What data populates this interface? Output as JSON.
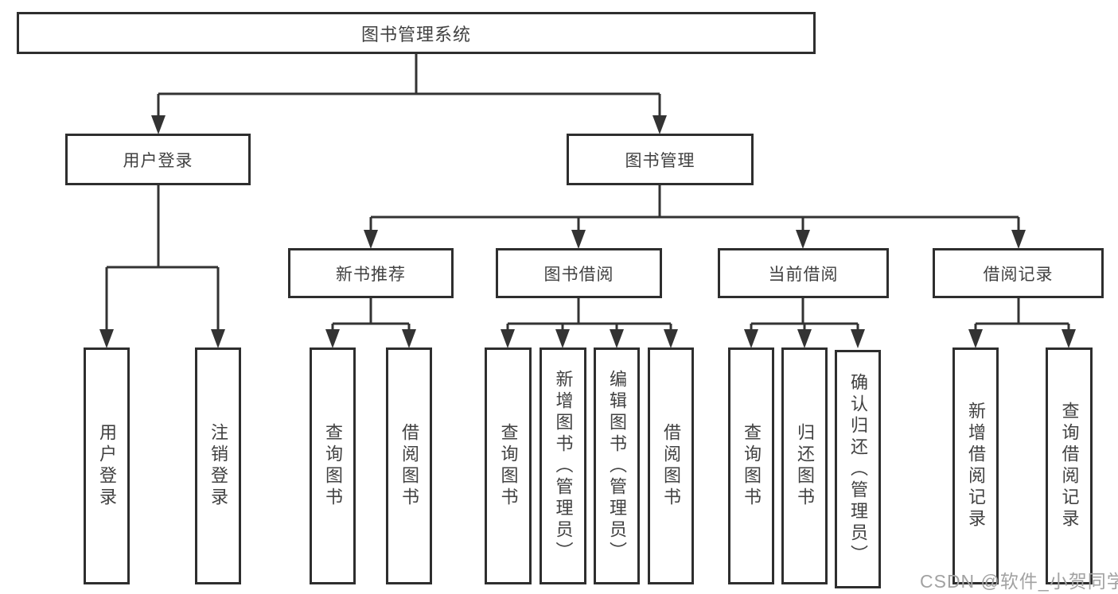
{
  "diagram": {
    "tree": {
      "label": "图书管理系统",
      "children": [
        {
          "label": "用户登录",
          "children": [
            {
              "label": "用户登录"
            },
            {
              "label": "注销登录"
            }
          ]
        },
        {
          "label": "图书管理",
          "children": [
            {
              "label": "新书推荐",
              "children": [
                {
                  "label": "查询图书"
                },
                {
                  "label": "借阅图书"
                }
              ]
            },
            {
              "label": "图书借阅",
              "children": [
                {
                  "label": "查询图书"
                },
                {
                  "label": "新增图书（管理员）"
                },
                {
                  "label": "编辑图书（管理员）"
                },
                {
                  "label": "借阅图书"
                }
              ]
            },
            {
              "label": "当前借阅",
              "children": [
                {
                  "label": "查询图书"
                },
                {
                  "label": "归还图书"
                },
                {
                  "label": "确认归还（管理员）"
                }
              ]
            },
            {
              "label": "借阅记录",
              "children": [
                {
                  "label": "新增借阅记录"
                },
                {
                  "label": "查询借阅记录"
                }
              ]
            }
          ]
        }
      ]
    },
    "colors": {
      "line": "#333333",
      "box_border": "#2e2e2e",
      "text": "#414141",
      "background": "#ffffff",
      "watermark_text_color": "#a2a2a2"
    }
  },
  "watermark": {
    "text": "CSDN @软件_小贺同学"
  }
}
